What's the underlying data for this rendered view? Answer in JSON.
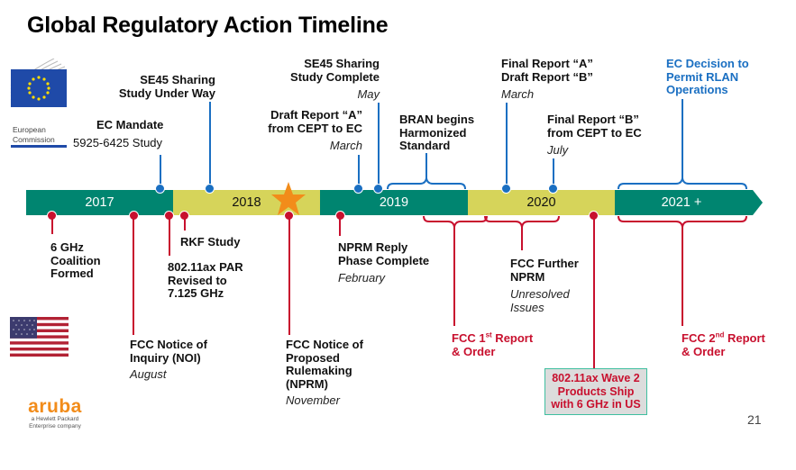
{
  "title": "Global Regulatory Action Timeline",
  "page_number": "21",
  "logos": {
    "eu": {
      "line1": "European",
      "line2": "Commission"
    },
    "aruba": {
      "name": "aruba",
      "tagline1": "a Hewlett Packard",
      "tagline2": "Enterprise company"
    }
  },
  "timeline": {
    "segments": [
      {
        "label": "2017",
        "color": "#008570"
      },
      {
        "label": "2018",
        "color": "#d6d45a"
      },
      {
        "label": "2019",
        "color": "#008570"
      },
      {
        "label": "2020",
        "color": "#d6d45a"
      },
      {
        "label": "2021 +",
        "color": "#008570"
      }
    ]
  },
  "eu_events": [
    {
      "title": "EC Mandate",
      "detail": "5925-6425 Study"
    },
    {
      "title_lines": [
        "SE45 Sharing",
        "Study Under Way"
      ]
    },
    {
      "title_lines": [
        "Draft Report “A”",
        "from CEPT to EC"
      ],
      "date": "March"
    },
    {
      "title_lines": [
        "SE45 Sharing",
        "Study Complete"
      ],
      "date": "May"
    },
    {
      "title_lines": [
        "BRAN begins",
        "Harmonized",
        "Standard"
      ]
    },
    {
      "title_lines": [
        "Final Report “A”",
        "Draft Report “B”"
      ],
      "date": "March"
    },
    {
      "title_lines": [
        "Final Report “B”",
        "from CEPT to EC"
      ],
      "date": "July"
    },
    {
      "title_lines": [
        "EC Decision to",
        "Permit RLAN",
        "Operations"
      ]
    }
  ],
  "us_events": [
    {
      "title_lines": [
        "6 GHz",
        "Coalition",
        "Formed"
      ]
    },
    {
      "title_lines": [
        "FCC Notice of",
        "Inquiry (NOI)"
      ],
      "date": "August"
    },
    {
      "title_lines": [
        "802.11ax PAR",
        "Revised to",
        "7.125 GHz"
      ]
    },
    {
      "title_lines": [
        "RKF Study"
      ]
    },
    {
      "title_lines": [
        "FCC Notice of",
        "Proposed",
        "Rulemaking",
        "(NPRM)"
      ],
      "date": "November"
    },
    {
      "title_lines": [
        "NPRM Reply",
        "Phase Complete"
      ],
      "date": "February"
    },
    {
      "title_lines": [
        "FCC 1",
        "st",
        " Report",
        "& Order"
      ]
    },
    {
      "title_lines": [
        "FCC Further",
        "NPRM"
      ],
      "date_lines": [
        "Unresolved",
        "Issues"
      ]
    },
    {
      "title_lines": [
        "802.11ax Wave 2",
        "Products Ship",
        "with 6 GHz in US"
      ]
    },
    {
      "title_lines": [
        "FCC 2",
        "nd",
        " Report",
        "& Order"
      ]
    }
  ],
  "colors": {
    "eu_accent": "#1a6fc2",
    "us_accent": "#c8102e",
    "star": "#f28c1a"
  }
}
